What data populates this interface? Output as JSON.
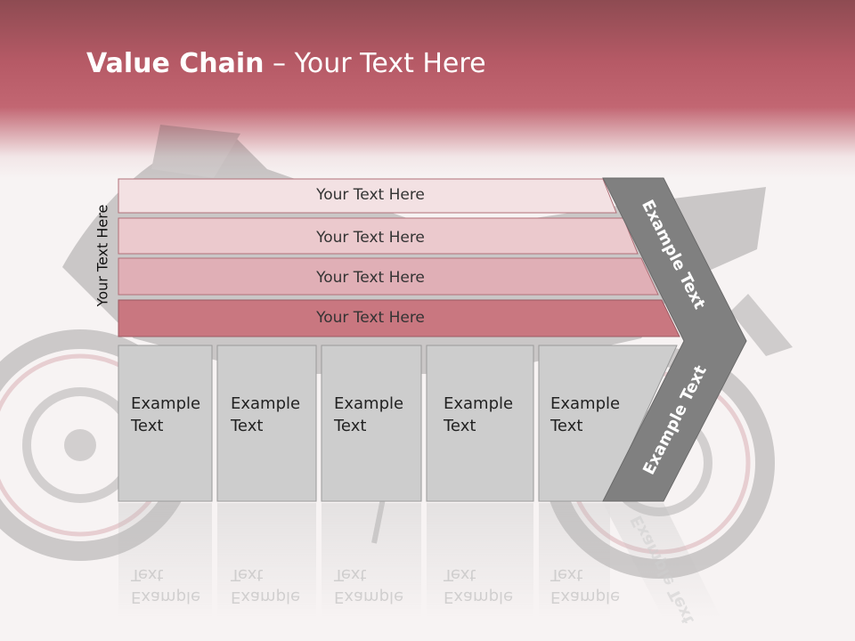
{
  "title": {
    "bold": "Value Chain",
    "rest": " – Your Text Here"
  },
  "side_label": "Your Text Here",
  "rows": [
    {
      "label": "Your Text Here",
      "fill": "#f3e1e3"
    },
    {
      "label": "Your Text Here",
      "fill": "#ebc9cd"
    },
    {
      "label": "Your Text Here",
      "fill": "#e0afb6"
    },
    {
      "label": "Your Text Here",
      "fill": "#c97780"
    }
  ],
  "columns": [
    {
      "line1": "Example",
      "line2": "Text"
    },
    {
      "line1": "Example",
      "line2": "Text"
    },
    {
      "line1": "Example",
      "line2": "Text"
    },
    {
      "line1": "Example",
      "line2": "Text"
    },
    {
      "line1": "Example",
      "line2": "Text"
    }
  ],
  "chevron": {
    "upper": "Example Text",
    "lower": "Example Text",
    "fill": "#808080"
  },
  "colors": {
    "header": "#b65a66",
    "column_fill": "#cdcdcd",
    "accent": "#c97780"
  }
}
